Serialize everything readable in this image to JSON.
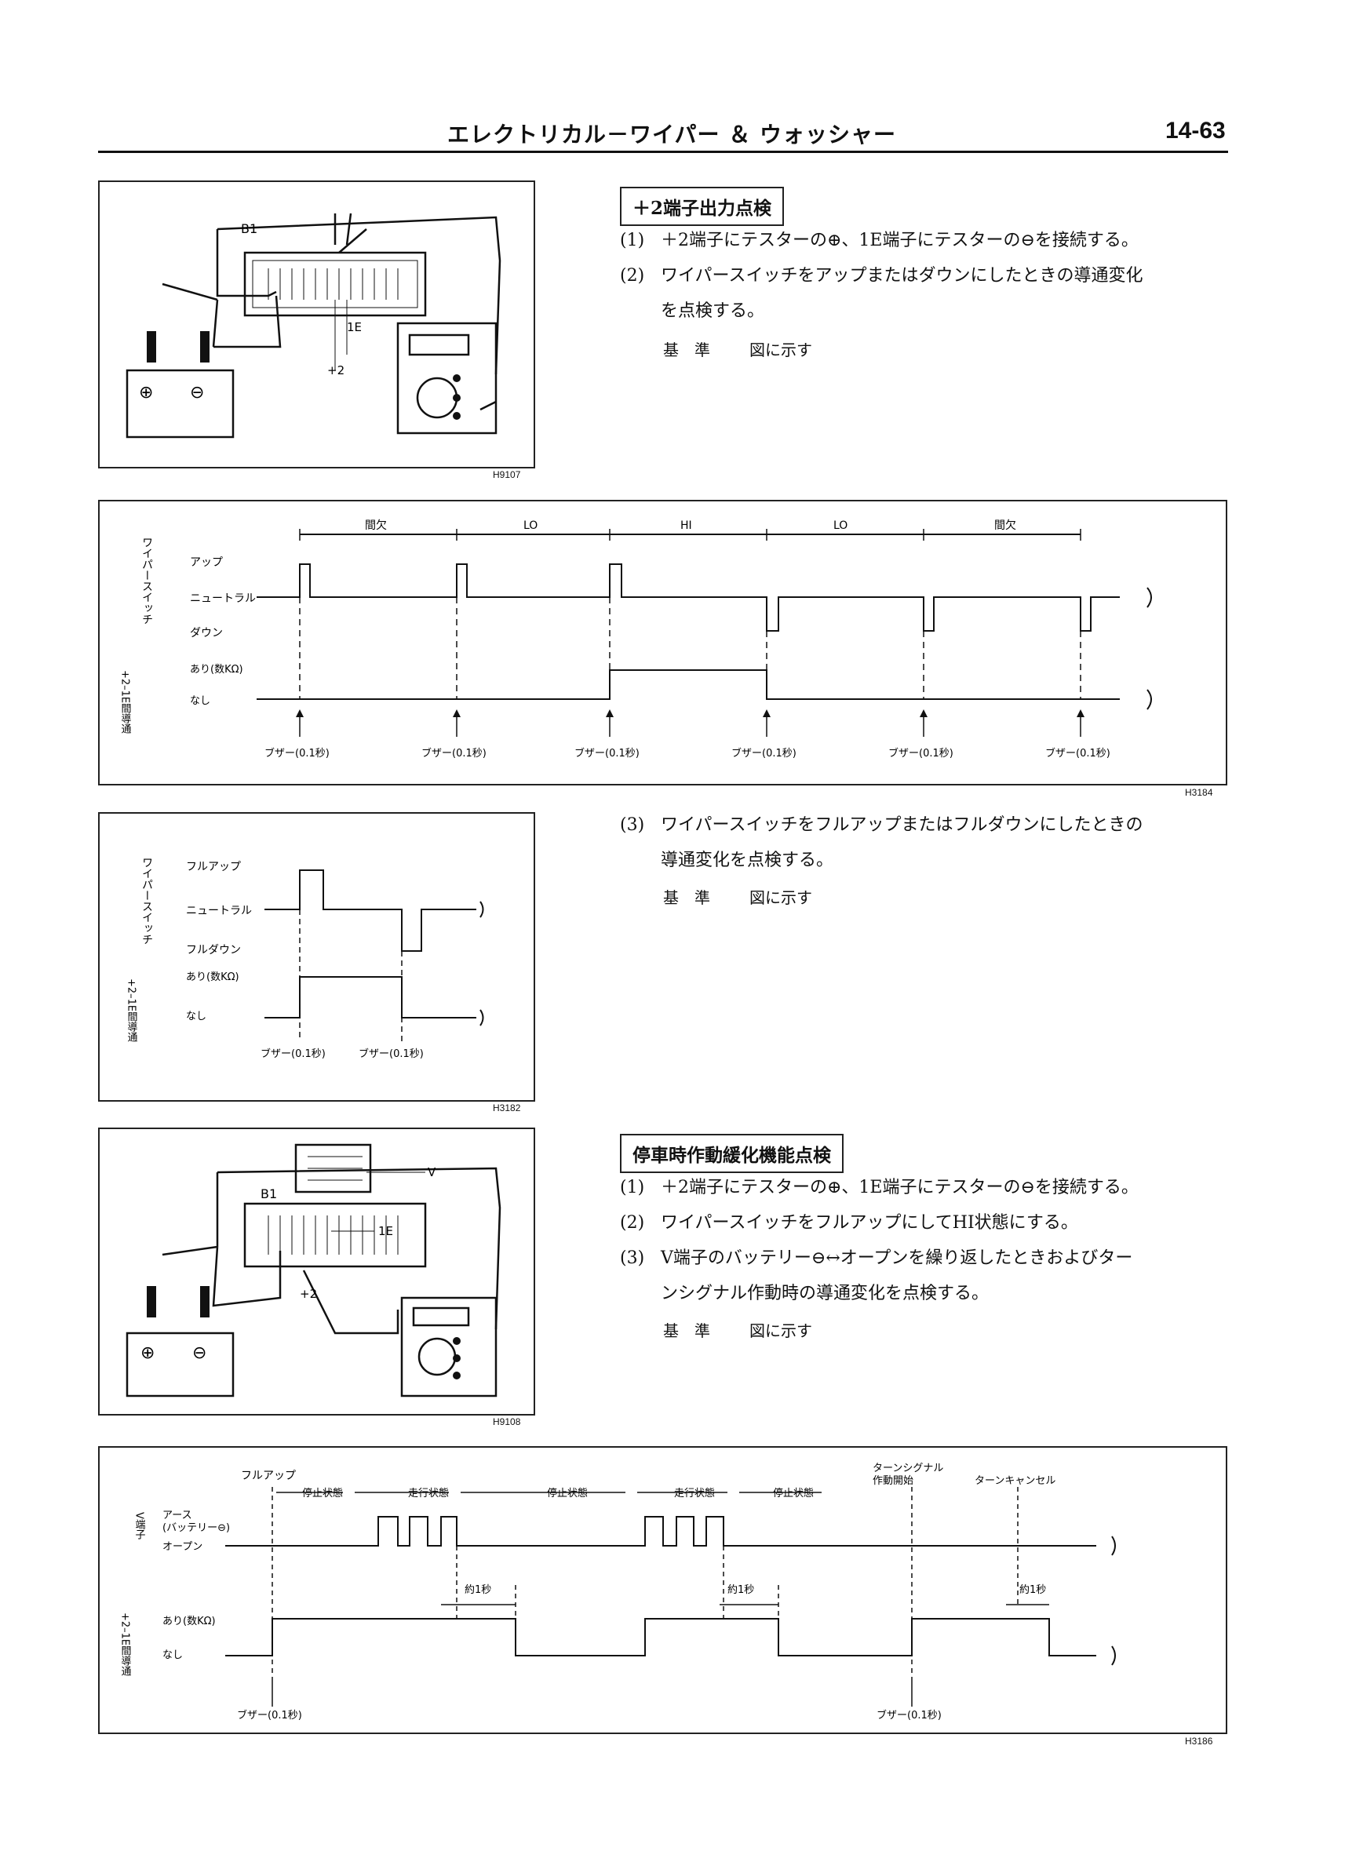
{
  "header": {
    "title": "エレクトリカル－ワイパー ＆ ウォッシャー",
    "page_number": "14-63"
  },
  "section1": {
    "title": "＋2端子出力点検",
    "steps": [
      {
        "num": "(1)",
        "text": "＋2端子にテスターの⊕、1E端子にテスターの⊖を接続する。"
      },
      {
        "num": "(2)",
        "text": "ワイパースイッチをアップまたはダウンにしたときの導通変化"
      },
      {
        "num": "",
        "text": "を点検する。"
      }
    ],
    "standard": {
      "label": "基　準",
      "value": "図に示す"
    }
  },
  "step3": {
    "num": "(3)",
    "line1": "ワイパースイッチをフルアップまたはフルダウンにしたときの",
    "line2": "導通変化を点検する。",
    "standard": {
      "label": "基　準",
      "value": "図に示す"
    }
  },
  "section2": {
    "title": "停車時作動緩化機能点検",
    "steps": [
      {
        "num": "(1)",
        "text": "＋2端子にテスターの⊕、1E端子にテスターの⊖を接続する。"
      },
      {
        "num": "(2)",
        "text": "ワイパースイッチをフルアップにしてHI状態にする。"
      },
      {
        "num": "(3)",
        "text": "V端子のバッテリー⊖↔オープンを繰り返したときおよびター"
      },
      {
        "num": "",
        "text": "ンシグナル作動時の導通変化を点検する。"
      }
    ],
    "standard": {
      "label": "基　準",
      "value": "図に示す"
    }
  },
  "fig1": {
    "code": "H9107",
    "labels": {
      "b1": "B1",
      "e1": "1E",
      "plus2": "+2",
      "plus": "⊕",
      "minus": "⊖"
    }
  },
  "fig2": {
    "code": "H3184",
    "ylabel_switch": "ワイパースイッチ",
    "ylabel_cond": "+2–1E間導通",
    "levels": {
      "up": "アップ",
      "neutral": "ニュートラル",
      "down": "ダウン",
      "on": "あり(数KΩ)",
      "off": "なし"
    },
    "periods": [
      "間欠",
      "LO",
      "HI",
      "LO",
      "間欠"
    ],
    "buzzer": "ブザー(0.1秒)"
  },
  "fig3": {
    "code": "H3182",
    "ylabel_switch": "ワイパースイッチ",
    "ylabel_cond": "+2–1E間導通",
    "levels": {
      "fullup": "フルアップ",
      "neutral": "ニュートラル",
      "fulldown": "フルダウン",
      "on": "あり(数KΩ)",
      "off": "なし"
    },
    "buzzer": "ブザー(0.1秒)"
  },
  "fig4": {
    "code": "H9108",
    "labels": {
      "v": "V",
      "b1": "B1",
      "e1": "1E",
      "plus2": "+2",
      "plus": "⊕",
      "minus": "⊖"
    }
  },
  "fig5": {
    "code": "H3186",
    "ylabel_v": "V端子",
    "ylabel_cond": "+2–1E間導通",
    "fullup": "フルアップ",
    "levels": {
      "earth": "アース",
      "battery": "(バッテリー⊖)",
      "open": "オープン",
      "on": "あり(数KΩ)",
      "off": "なし"
    },
    "states": [
      "停止状態",
      "走行状態",
      "停止状態",
      "走行状態",
      "停止状態"
    ],
    "turn_start": [
      "ターンシグナル",
      "作動開始"
    ],
    "turn_cancel": "ターンキャンセル",
    "approx": "約1秒",
    "buzzer": "ブザー(0.1秒)"
  }
}
